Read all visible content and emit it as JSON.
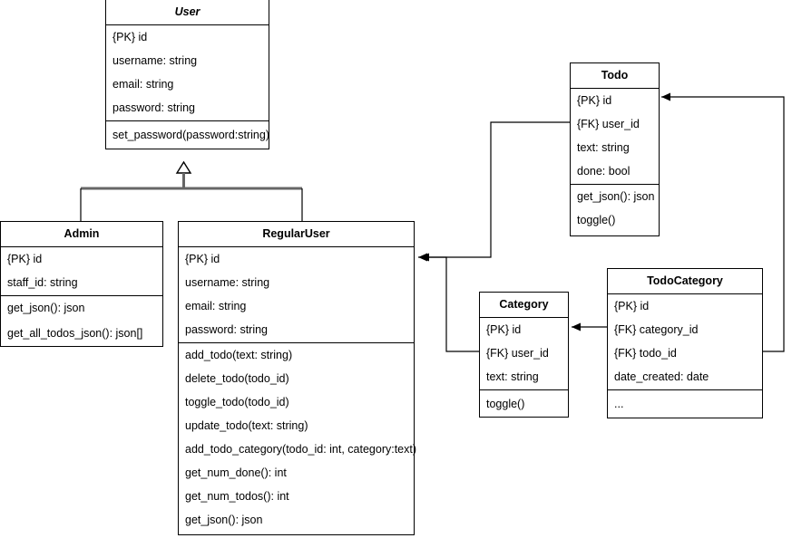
{
  "diagram": {
    "type": "uml-class-diagram",
    "background": "#ffffff",
    "line_color": "#000000",
    "inherit_line_color": "#666666"
  },
  "classes": {
    "user": {
      "name": "User",
      "abstract": true,
      "attributes": [
        "{PK} id",
        "username: string",
        "email: string",
        "password: string"
      ],
      "methods": [
        "set_password(password:string)"
      ]
    },
    "admin": {
      "name": "Admin",
      "abstract": false,
      "attributes": [
        "{PK} id",
        "staff_id: string"
      ],
      "methods": [
        "get_json(): json",
        "get_all_todos_json(): json[]"
      ]
    },
    "regularuser": {
      "name": "RegularUser",
      "abstract": false,
      "attributes": [
        "{PK} id",
        "username: string",
        "email: string",
        "password: string"
      ],
      "methods": [
        "add_todo(text: string)",
        "delete_todo(todo_id)",
        "toggle_todo(todo_id)",
        "update_todo(text: string)",
        "add_todo_category(todo_id: int, category:text)",
        "get_num_done(): int",
        "get_num_todos(): int",
        "get_json(): json"
      ]
    },
    "todo": {
      "name": "Todo",
      "abstract": false,
      "attributes": [
        "{PK} id",
        "{FK} user_id",
        "text: string",
        "done: bool"
      ],
      "methods": [
        "get_json(): json",
        "toggle()"
      ]
    },
    "category": {
      "name": "Category",
      "abstract": false,
      "attributes": [
        "{PK} id",
        "{FK} user_id",
        "text: string"
      ],
      "methods": [
        "toggle()"
      ]
    },
    "todocategory": {
      "name": "TodoCategory",
      "abstract": false,
      "attributes": [
        "{PK} id",
        "{FK} category_id",
        "{FK} todo_id",
        "date_created: date"
      ],
      "methods": [
        "..."
      ]
    }
  },
  "relationships": [
    {
      "name": "admin-inherits-user",
      "from": "Admin",
      "to": "User",
      "kind": "generalization"
    },
    {
      "name": "regularuser-inherits-user",
      "from": "RegularUser",
      "to": "User",
      "kind": "generalization"
    },
    {
      "name": "todo-to-regularuser",
      "from": "Todo",
      "to": "RegularUser",
      "kind": "association"
    },
    {
      "name": "category-to-regularuser",
      "from": "Category",
      "to": "RegularUser",
      "kind": "association"
    },
    {
      "name": "todocategory-to-category",
      "from": "TodoCategory",
      "to": "Category",
      "kind": "association"
    },
    {
      "name": "todocategory-to-todo",
      "from": "TodoCategory",
      "to": "Todo",
      "kind": "association"
    }
  ]
}
